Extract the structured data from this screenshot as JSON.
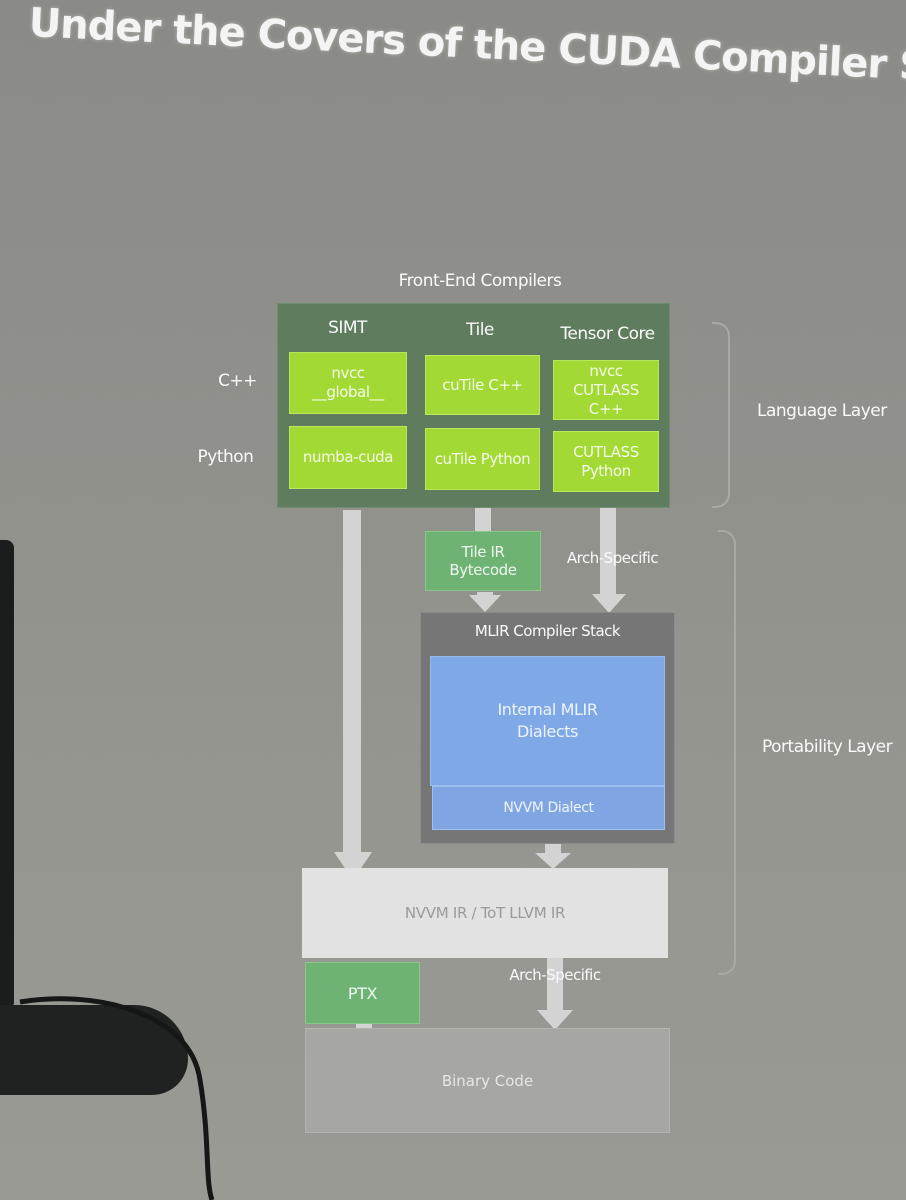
{
  "title": "Under the Covers of the CUDA Compiler Stack",
  "front_end": {
    "heading": "Front-End Compilers",
    "columns": [
      "SIMT",
      "Tile",
      "Tensor Core"
    ],
    "rows": [
      "C++",
      "Python"
    ],
    "cells": {
      "simt_cpp_line1": "nvcc",
      "simt_cpp_line2": "__global__",
      "tile_cpp": "cuTile C++",
      "tensor_cpp_line1": "nvcc",
      "tensor_cpp_line2": "CUTLASS C++",
      "simt_python": "numba-cuda",
      "tile_python": "cuTile Python",
      "tensor_python_line1": "CUTLASS",
      "tensor_python_line2": "Python"
    }
  },
  "middle": {
    "tile_ir": "Tile IR Bytecode",
    "arch_specific_top": "Arch-Specific"
  },
  "mlir": {
    "heading": "MLIR Compiler Stack",
    "internal_line1": "Internal MLIR",
    "internal_line2": "Dialects",
    "nvvm_dialect": "NVVM Dialect"
  },
  "nvvm_ir": "NVVM IR / ToT LLVM IR",
  "ptx": "PTX",
  "arch_specific_bottom": "Arch-Specific",
  "binary": "Binary Code",
  "layers": {
    "language": "Language Layer",
    "portability": "Portability Layer"
  },
  "colors": {
    "green": "#a3d934",
    "container_green": "#5f7d5e",
    "mid_green": "#6fb374",
    "blue": "#7ea8e6",
    "background": "#8f8f8b"
  }
}
